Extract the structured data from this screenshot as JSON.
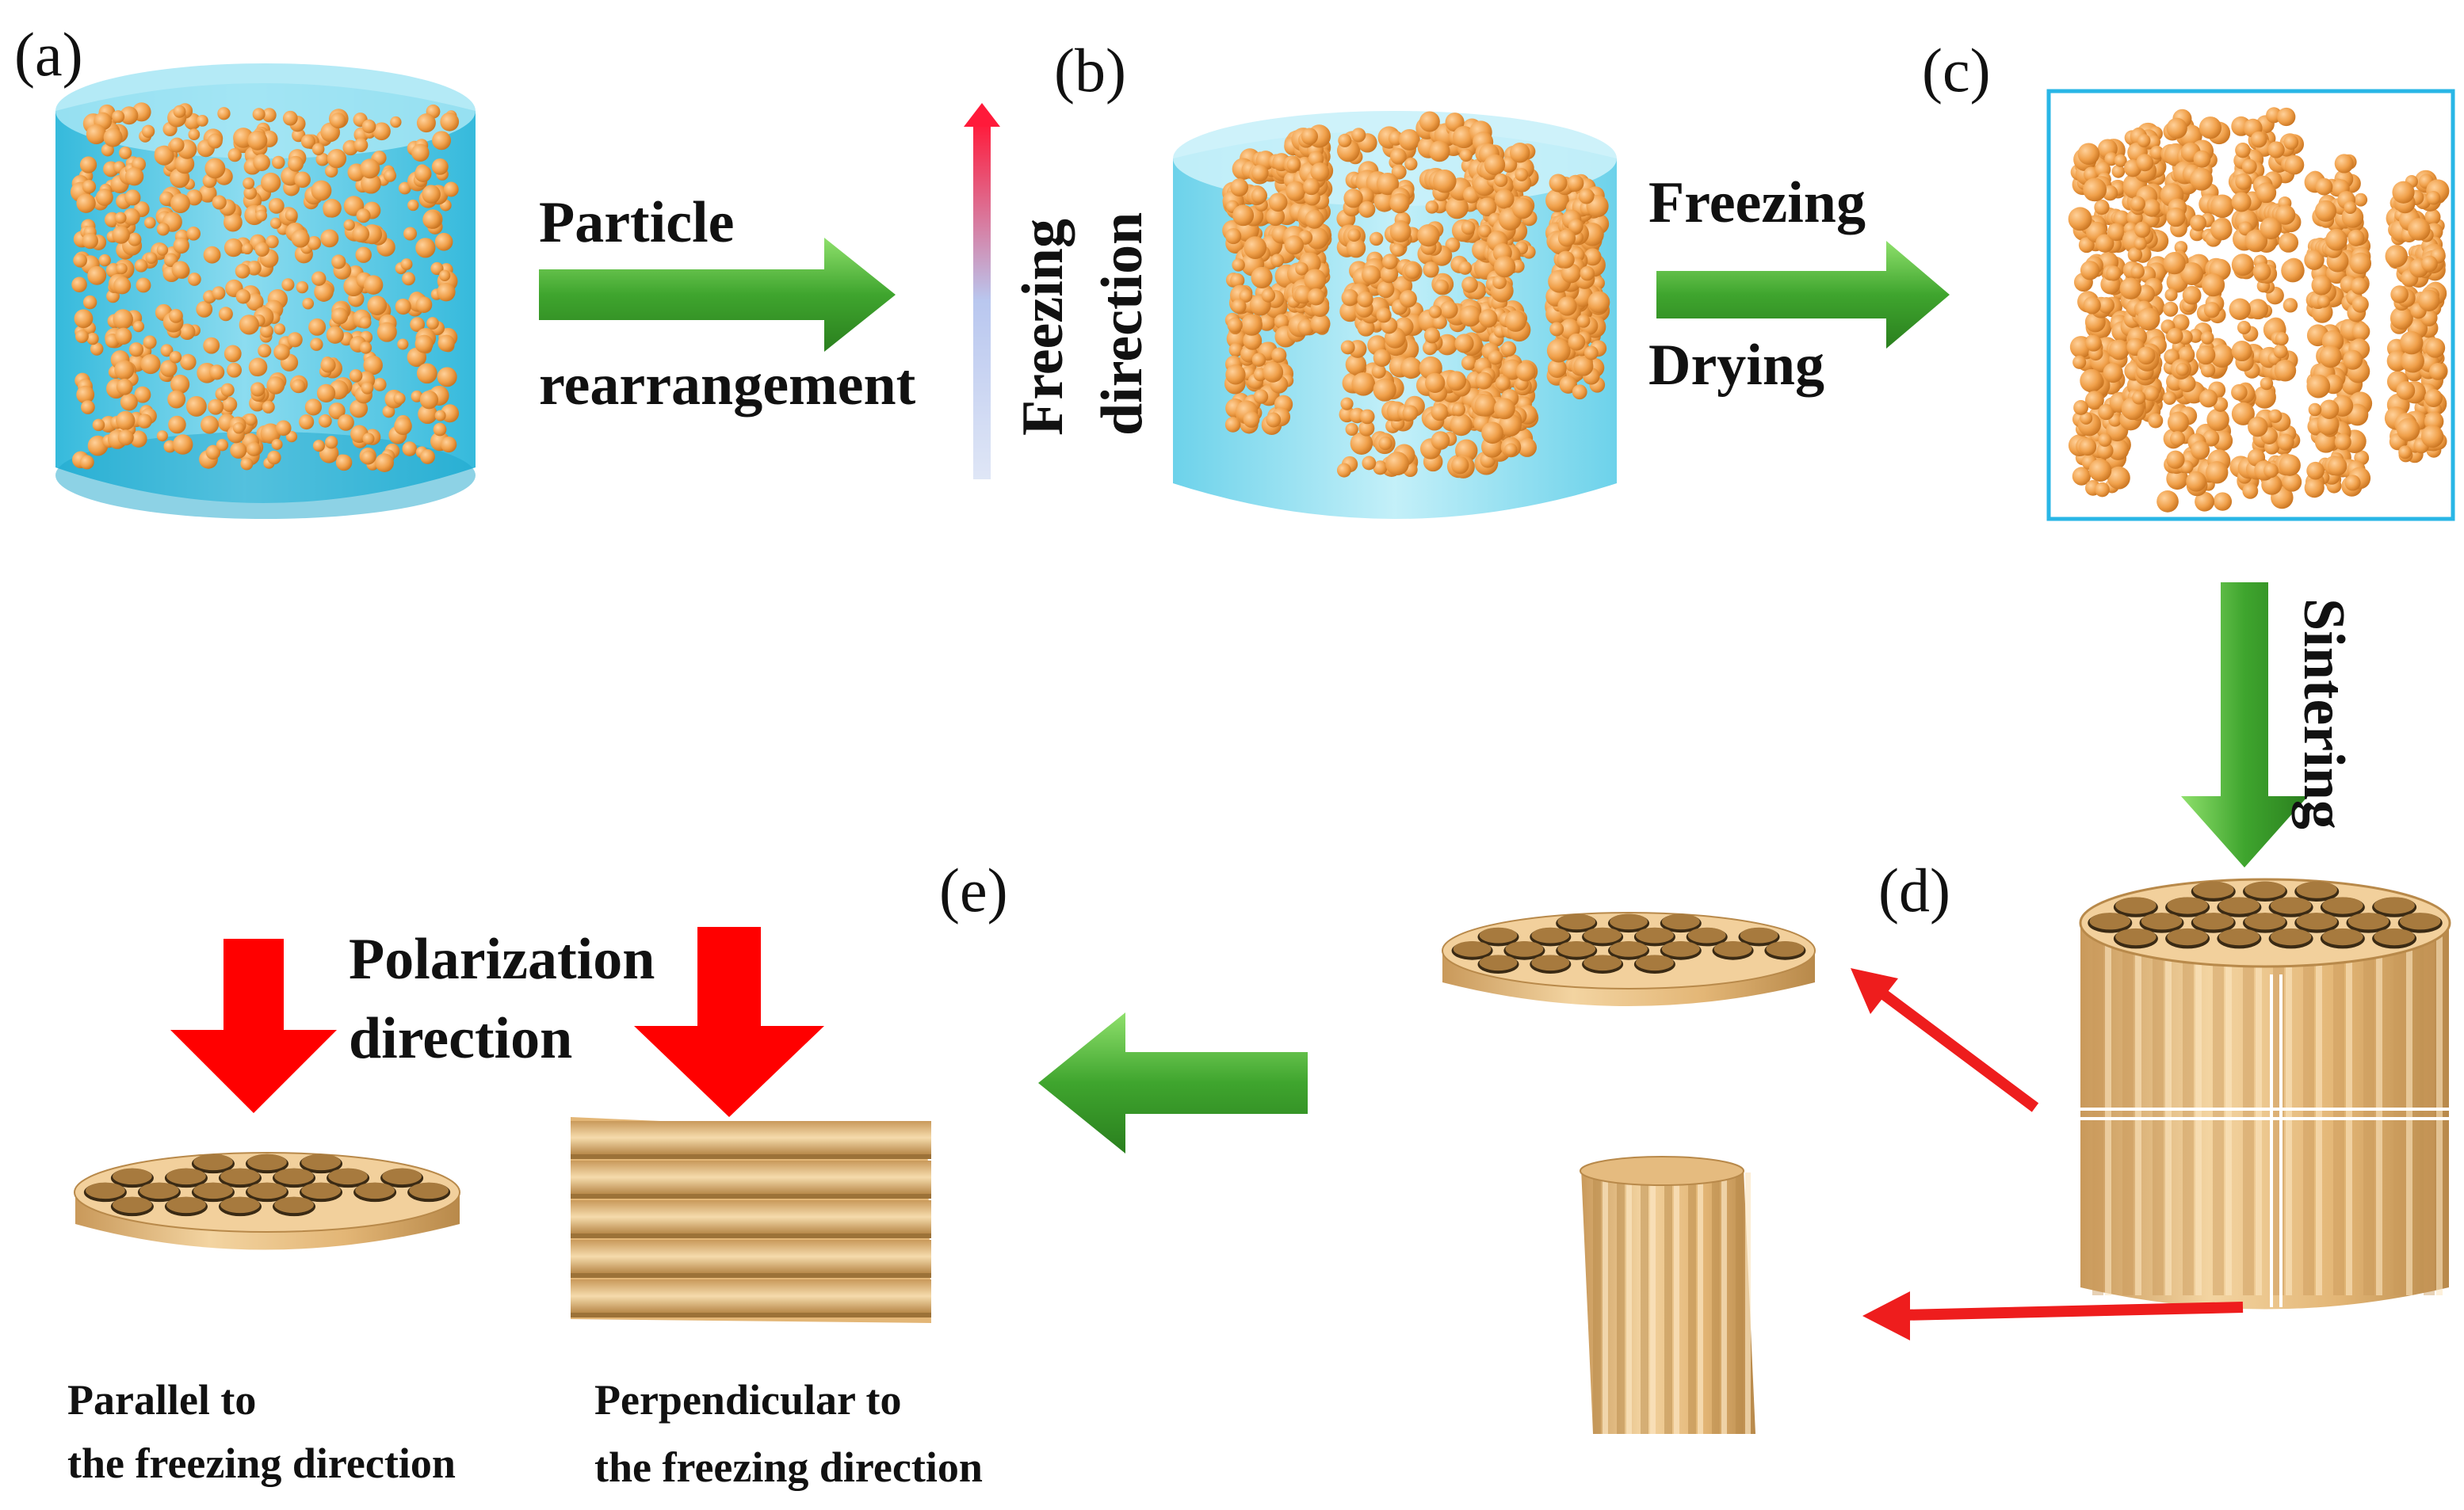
{
  "colors": {
    "water": "#3ec7e6",
    "water_light": "#9fe3f2",
    "particle": "#f0a04a",
    "particle_dark": "#c8731f",
    "ceramic": "#e9c188",
    "ceramic_dark": "#b8894a",
    "process_arrow": "#3fa52e",
    "process_arrow_light": "#7fd65e",
    "cut_arrow": "#ee1d1d",
    "polarization_arrow": "#ff0000",
    "frame_border": "#29b6e6"
  },
  "panels": {
    "a": "(a)",
    "b": "(b)",
    "c": "(c)",
    "d": "(d)",
    "e": "(e)"
  },
  "steps": {
    "a_to_b_line1": "Particle",
    "a_to_b_line2": "rearrangement",
    "freezing_dir_line1": "Freezing",
    "freezing_dir_line2": "direction",
    "b_to_c_line1": "Freezing",
    "b_to_c_line2": "Drying",
    "c_to_d": "Sintering"
  },
  "polarization": {
    "line1": "Polarization",
    "line2": "direction"
  },
  "captions": {
    "parallel_line1": "Parallel to",
    "parallel_line2": "the freezing direction",
    "perpendicular_line1": "Perpendicular to",
    "perpendicular_line2": "the freezing direction"
  },
  "icons": {
    "process_arrow": "green-block-arrow-icon",
    "cut_arrow": "red-arrow-icon",
    "polarization_arrow": "red-down-arrow-icon"
  }
}
